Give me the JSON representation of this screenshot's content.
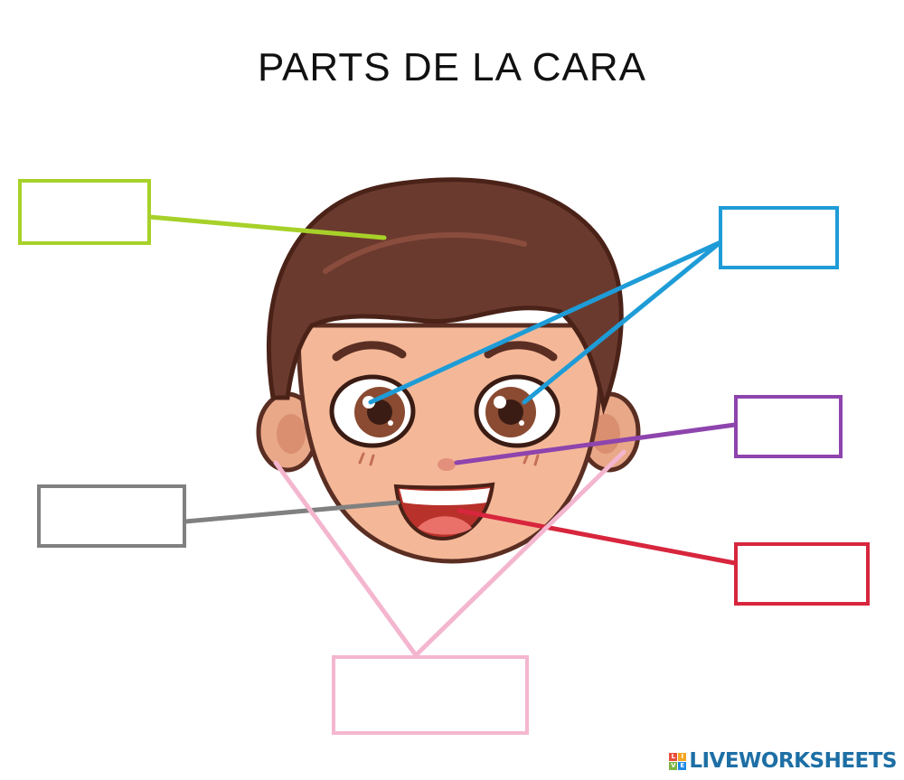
{
  "title": "PARTS DE LA CARA",
  "colors": {
    "hair_box": "#a7d129",
    "eyes_box": "#1e9cd7",
    "nose_box": "#8e44ad",
    "mouth_box": "#808080",
    "tongue_box": "#d7263d",
    "cheeks_box": "#f4b6cf",
    "hair": "#6b3a2e",
    "skin": "#f4b898",
    "iris": "#8a4b32"
  },
  "answer_boxes": [
    {
      "id": "hair",
      "value": ""
    },
    {
      "id": "eyes",
      "value": ""
    },
    {
      "id": "nose",
      "value": ""
    },
    {
      "id": "mouth",
      "value": ""
    },
    {
      "id": "tongue",
      "value": ""
    },
    {
      "id": "cheeks",
      "value": ""
    }
  ],
  "footer": {
    "logo_icon": "live-logo-icon",
    "logo_text": "LIVEWORKSHEETS"
  }
}
